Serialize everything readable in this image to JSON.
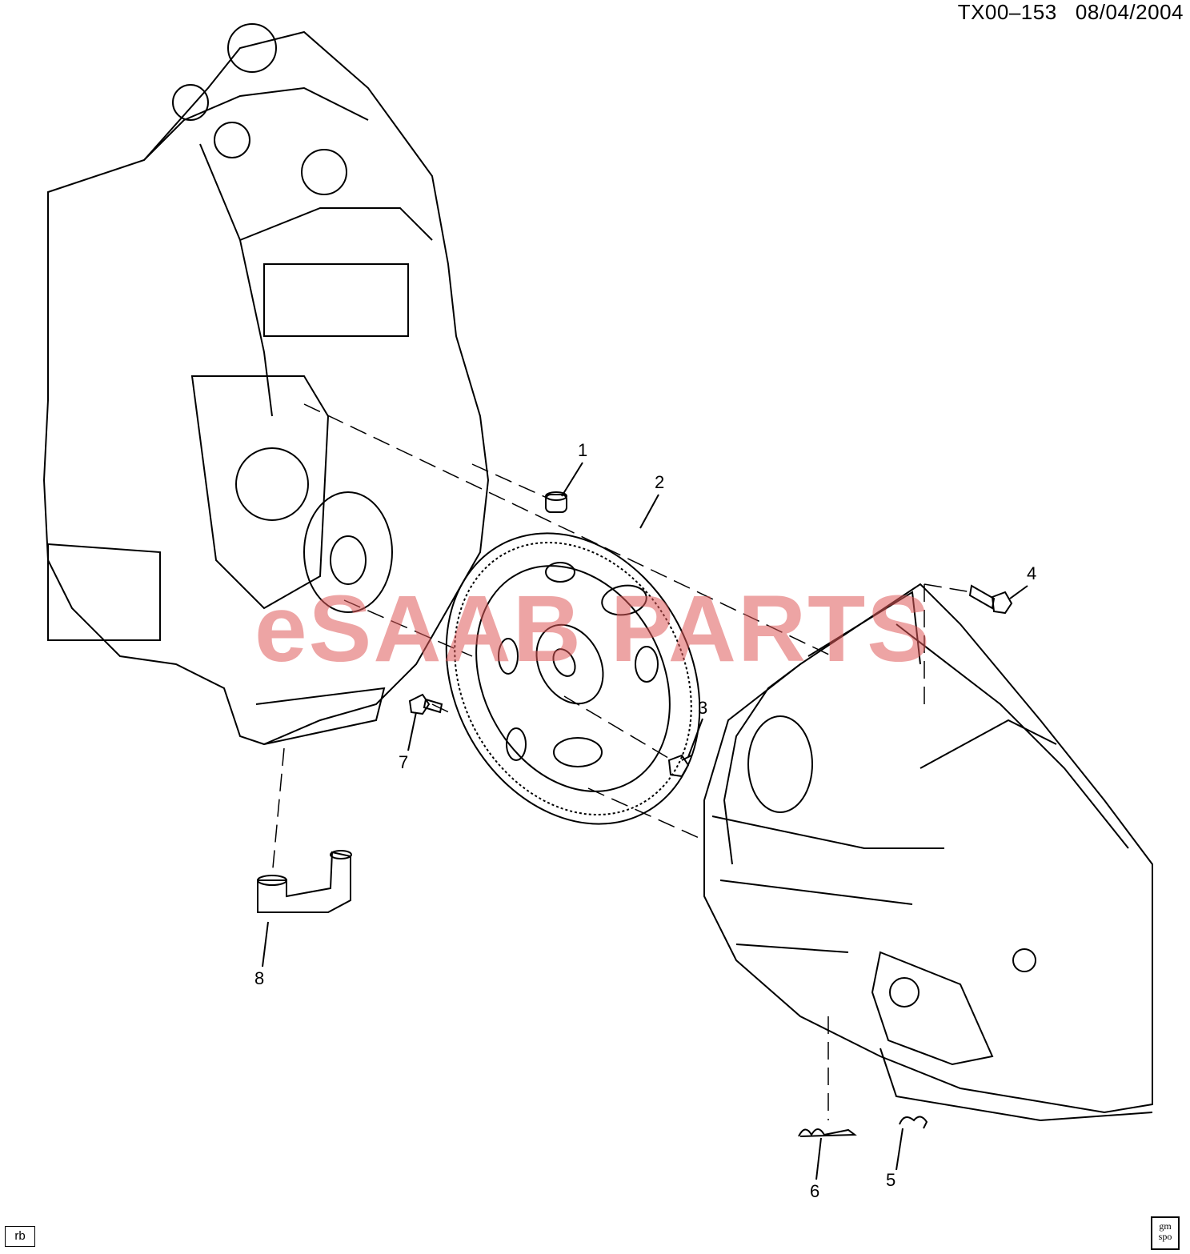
{
  "header": {
    "code": "TX00–153",
    "date": "08/04/2004"
  },
  "watermark": {
    "text": "eSAAB PARTS",
    "color": "#e05a5a"
  },
  "callouts": [
    "1",
    "2",
    "3",
    "4",
    "5",
    "6",
    "7",
    "8"
  ],
  "footer": {
    "corner_tag": "rb",
    "stamp_text": "gm spo"
  }
}
